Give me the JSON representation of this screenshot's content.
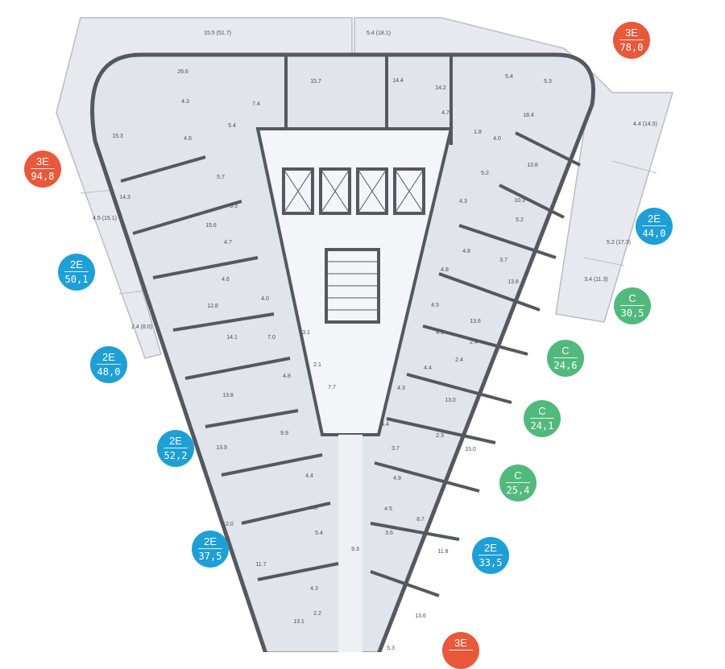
{
  "colors": {
    "three_room": "#e8583a",
    "two_room": "#1e9fd6",
    "studio": "#52b97c",
    "plan_fill": "#e2e4ec",
    "balcony_fill": "#e8e9ef",
    "wall": "#55585f"
  },
  "apartments": [
    {
      "type": "3E",
      "area": "94,8",
      "category": "three_room"
    },
    {
      "type": "3E",
      "area": "78,0",
      "category": "three_room"
    },
    {
      "type": "2E",
      "area": "44,0",
      "category": "two_room"
    },
    {
      "type": "2E",
      "area": "50,1",
      "category": "two_room"
    },
    {
      "type": "C",
      "area": "30,5",
      "category": "studio"
    },
    {
      "type": "2E",
      "area": "48,0",
      "category": "two_room"
    },
    {
      "type": "C",
      "area": "24,6",
      "category": "studio"
    },
    {
      "type": "C",
      "area": "24,1",
      "category": "studio"
    },
    {
      "type": "2E",
      "area": "52,2",
      "category": "two_room"
    },
    {
      "type": "C",
      "area": "25,4",
      "category": "studio"
    },
    {
      "type": "2E",
      "area": "37,5",
      "category": "two_room"
    },
    {
      "type": "2E",
      "area": "33,5",
      "category": "two_room"
    },
    {
      "type": "3E",
      "area": "",
      "category": "three_room"
    }
  ],
  "room_labels": [
    "15.5 (51.7)",
    "5.4 (18.1)",
    "26.6",
    "4.3",
    "7.4",
    "15.7",
    "14.4",
    "14.2",
    "5.4",
    "5.3",
    "4.7",
    "18.4",
    "1.8",
    "4.0",
    "5.4",
    "4.6",
    "15.3",
    "5.7",
    "14.3",
    "5.3",
    "15.6",
    "4.5 (15.1)",
    "4.4 (14.5)",
    "13.8",
    "5.2",
    "10.3",
    "4.3",
    "5.2",
    "5.2 (17.3)",
    "4.7",
    "4.8",
    "3.7",
    "4.8",
    "4.6",
    "13.8",
    "12.8",
    "4.0",
    "3.4 (11.3)",
    "2.4 (8.0)",
    "4.5",
    "14.1",
    "7.0",
    "3.1",
    "13.6",
    "4.1",
    "2.4",
    "2.4",
    "4.4",
    "2.1",
    "7.7",
    "4.8",
    "13.8",
    "4.3",
    "13.0",
    "9.9",
    "4.4",
    "2.3",
    "3.7",
    "13.9",
    "15.0",
    "4.4",
    "4.9",
    "4.0",
    "12.0",
    "4.5",
    "8.7",
    "5.4",
    "3.6",
    "11.8",
    "9.3",
    "11.7",
    "4.3",
    "13.1",
    "2.2",
    "13.6",
    "5.3"
  ]
}
